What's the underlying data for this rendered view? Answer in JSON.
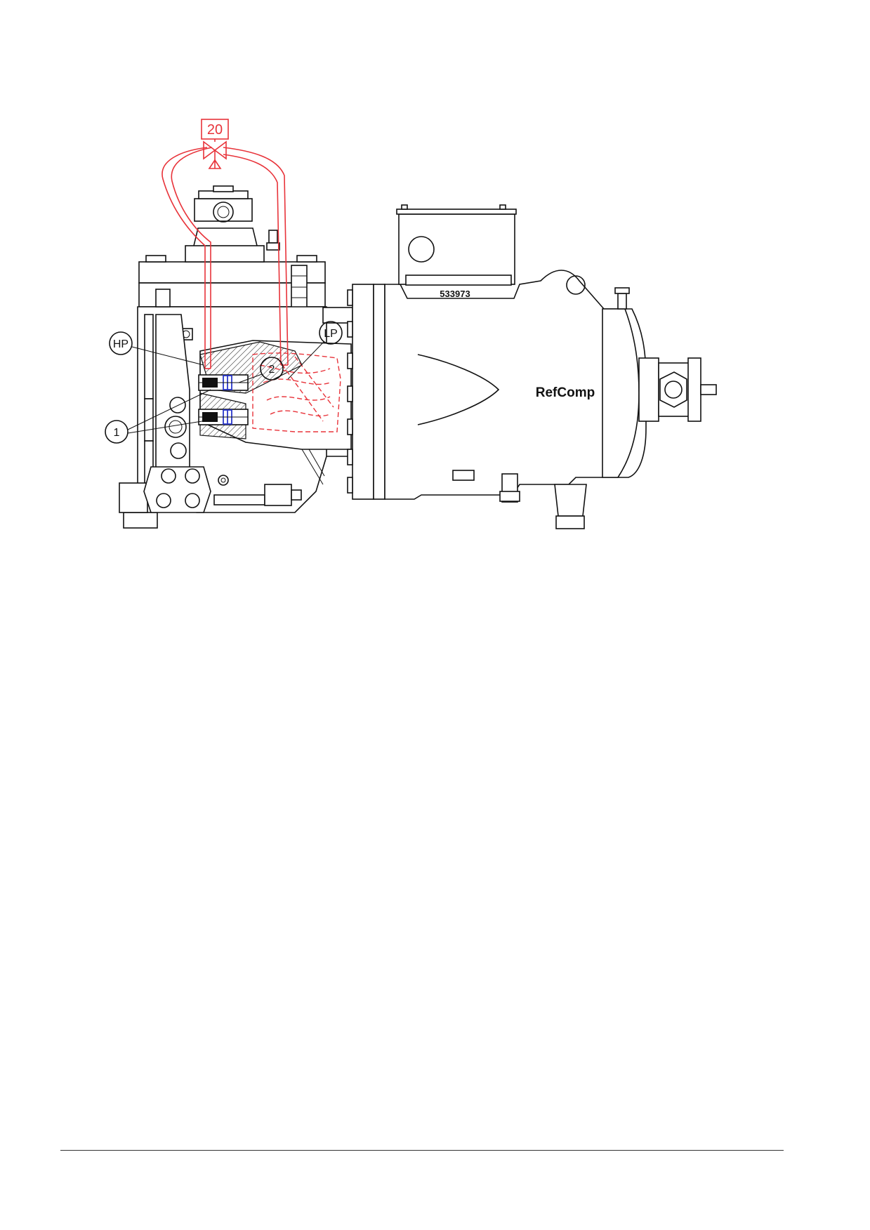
{
  "diagram": {
    "item_tag": "20",
    "callouts": {
      "hp": "HP",
      "lp": "LP",
      "one": "1",
      "two": "2"
    },
    "serial_number": "533973",
    "brand_label": "RefComp"
  },
  "colors": {
    "line": "#111111",
    "oil_circuit": "#e8333a",
    "piston_seals": "#2a37c8"
  }
}
